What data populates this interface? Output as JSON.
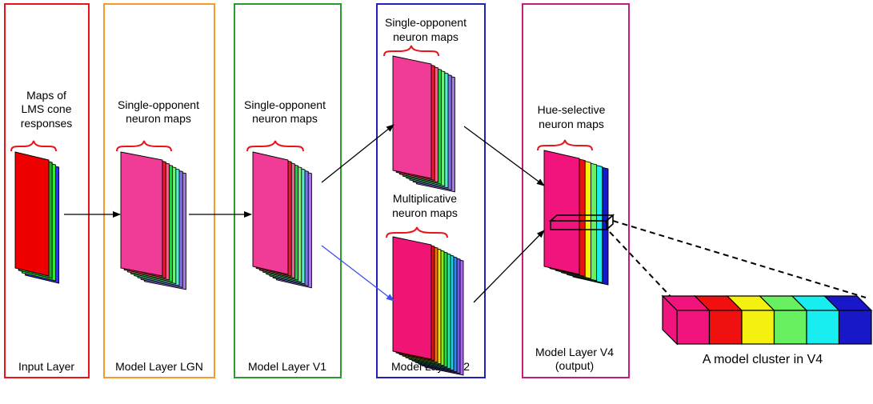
{
  "colors": {
    "input_border": "#e8141c",
    "lgn_border": "#f59a2c",
    "v1_border": "#2a9a2a",
    "v2_border": "#2222b8",
    "v4_border": "#c0207a",
    "brace": "#e8141c",
    "blue_arrow": "#3b4ff0"
  },
  "layers": [
    {
      "id": "input",
      "footer": "Input Layer",
      "caption": [
        "Maps of",
        "LMS cone",
        "responses"
      ]
    },
    {
      "id": "lgn",
      "footer": "Model Layer LGN",
      "caption": [
        "Single-opponent",
        "neuron maps"
      ]
    },
    {
      "id": "v1",
      "footer": "Model Layer V1",
      "caption": [
        "Single-opponent",
        "neuron maps"
      ]
    },
    {
      "id": "v2",
      "footer": "Model Layer V2",
      "caption_top": [
        "Single-opponent",
        "neuron maps"
      ],
      "caption_bottom": [
        "Multiplicative",
        "neuron maps"
      ]
    },
    {
      "id": "v4",
      "footer": [
        "Model Layer V4",
        "(output)"
      ],
      "caption": [
        "Hue-selective",
        "neuron maps"
      ]
    }
  ],
  "cluster": {
    "label": "A model cluster in V4",
    "cells": [
      "#f0147c",
      "#f01010",
      "#f4f010",
      "#68f060",
      "#18eef0",
      "#1818c8"
    ]
  },
  "stacks": {
    "input": [
      "#ee0000",
      "#22aa22",
      "#33ee33",
      "#3333ee"
    ],
    "opponent": [
      "#f03c96",
      "#ee1a2a",
      "#f06090",
      "#22cc44",
      "#77ee77",
      "#55eecc",
      "#7777ee",
      "#aa77ee"
    ],
    "multiplicative": [
      "#f01474",
      "#e01010",
      "#f07010",
      "#e8e010",
      "#88ee22",
      "#22dd44",
      "#22eeaa",
      "#22cce8",
      "#3388ee",
      "#7755ee",
      "#aa66ee"
    ],
    "hue": [
      "#f0147c",
      "#ee1010",
      "#f4f010",
      "#68f060",
      "#18eef0",
      "#1818c8"
    ]
  }
}
